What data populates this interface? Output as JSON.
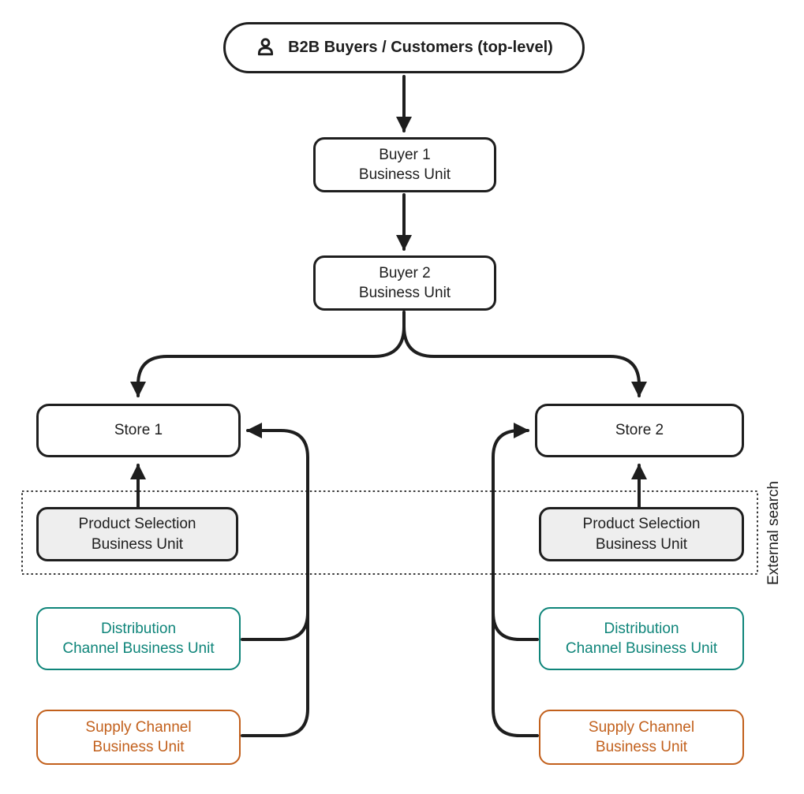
{
  "nodes": {
    "root": {
      "label": "B2B Buyers / Customers (top-level)",
      "icon": "person-icon"
    },
    "buyer1": {
      "label": "Buyer 1\nBusiness Unit"
    },
    "buyer2": {
      "label": "Buyer 2\nBusiness Unit"
    },
    "store1": {
      "label": "Store 1"
    },
    "store2": {
      "label": "Store 2"
    },
    "product_selection_1": {
      "label": "Product Selection\nBusiness Unit"
    },
    "product_selection_2": {
      "label": "Product Selection\nBusiness Unit"
    },
    "distribution_1": {
      "label": "Distribution\nChannel Business Unit"
    },
    "distribution_2": {
      "label": "Distribution\nChannel Business Unit"
    },
    "supply_1": {
      "label": "Supply Channel\nBusiness Unit"
    },
    "supply_2": {
      "label": "Supply Channel\nBusiness Unit"
    }
  },
  "annotations": {
    "external_search": "External search"
  },
  "edges": [
    {
      "from": "root",
      "to": "buyer1"
    },
    {
      "from": "buyer1",
      "to": "buyer2"
    },
    {
      "from": "buyer2",
      "to": "store1"
    },
    {
      "from": "buyer2",
      "to": "store2"
    },
    {
      "from": "product_selection_1",
      "to": "store1"
    },
    {
      "from": "product_selection_2",
      "to": "store2"
    },
    {
      "from": "distribution_1",
      "to": "store1"
    },
    {
      "from": "supply_1",
      "to": "store1"
    },
    {
      "from": "distribution_2",
      "to": "store2"
    },
    {
      "from": "supply_2",
      "to": "store2"
    }
  ],
  "colors": {
    "line": "#1e1e1e",
    "teal": "#0f857a",
    "orange": "#c2601c",
    "product_selection_fill": "#eeeeee"
  }
}
